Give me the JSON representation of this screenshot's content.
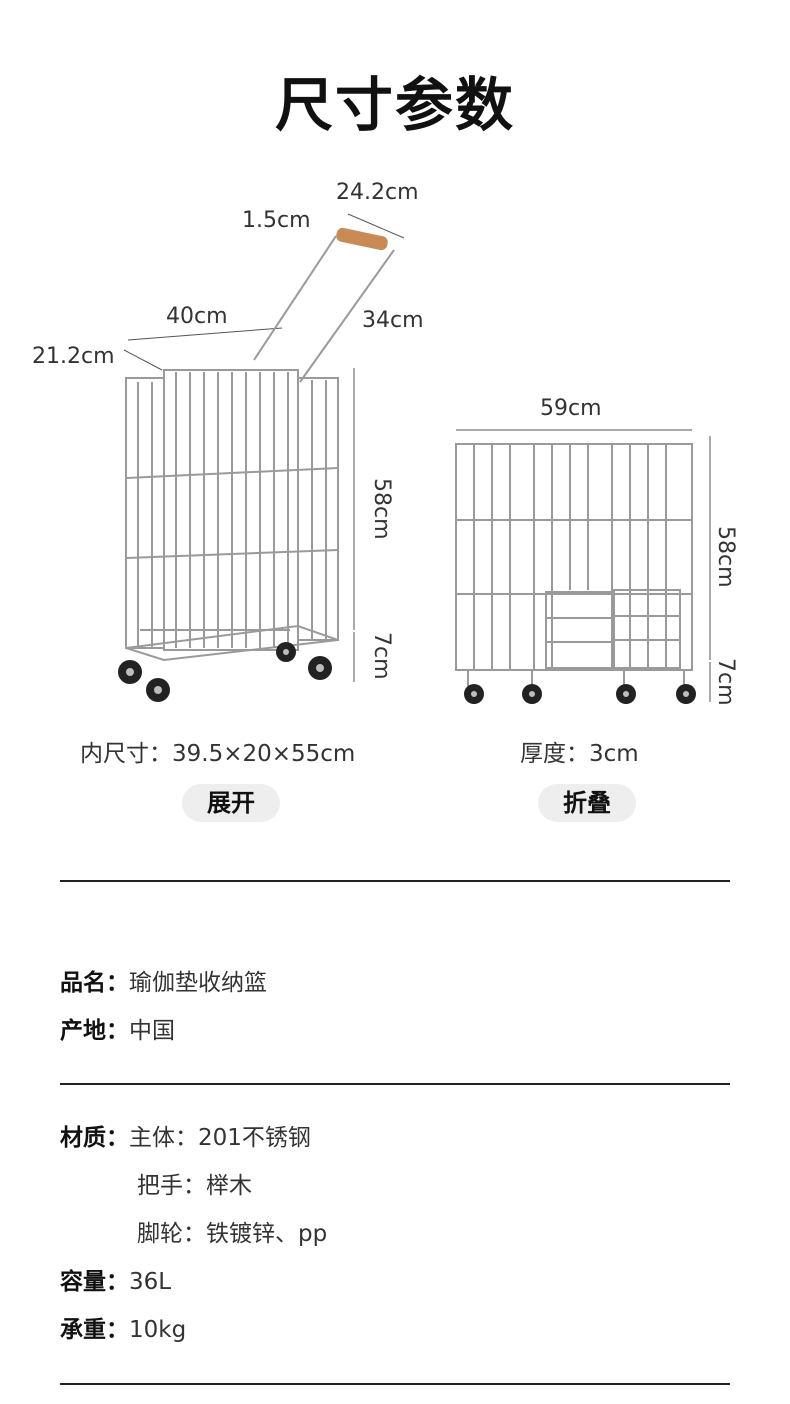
{
  "title": "尺寸参数",
  "unfolded": {
    "dims": {
      "handle_width": "24.2cm",
      "handle_dia": "1.5cm",
      "width": "40cm",
      "depth": "21.2cm",
      "handle_len": "34cm",
      "height": "58cm",
      "wheel": "7cm"
    },
    "caption": "内尺寸：39.5×20×55cm",
    "label": "展开"
  },
  "folded": {
    "dims": {
      "width": "59cm",
      "height": "58cm",
      "wheel": "7cm"
    },
    "caption": "厚度：3cm",
    "label": "折叠"
  },
  "specs": {
    "name": {
      "key": "品名：",
      "value": "瑜伽垫收纳篮"
    },
    "origin": {
      "key": "产地：",
      "value": "中国"
    },
    "material": {
      "key": "材质：",
      "body": "主体：201不锈钢",
      "handle": "把手：榉木",
      "wheels": "脚轮：铁镀锌、pp"
    },
    "capacity": {
      "key": "容量：",
      "value": "36L"
    },
    "load": {
      "key": "承重：",
      "value": "10kg"
    }
  }
}
